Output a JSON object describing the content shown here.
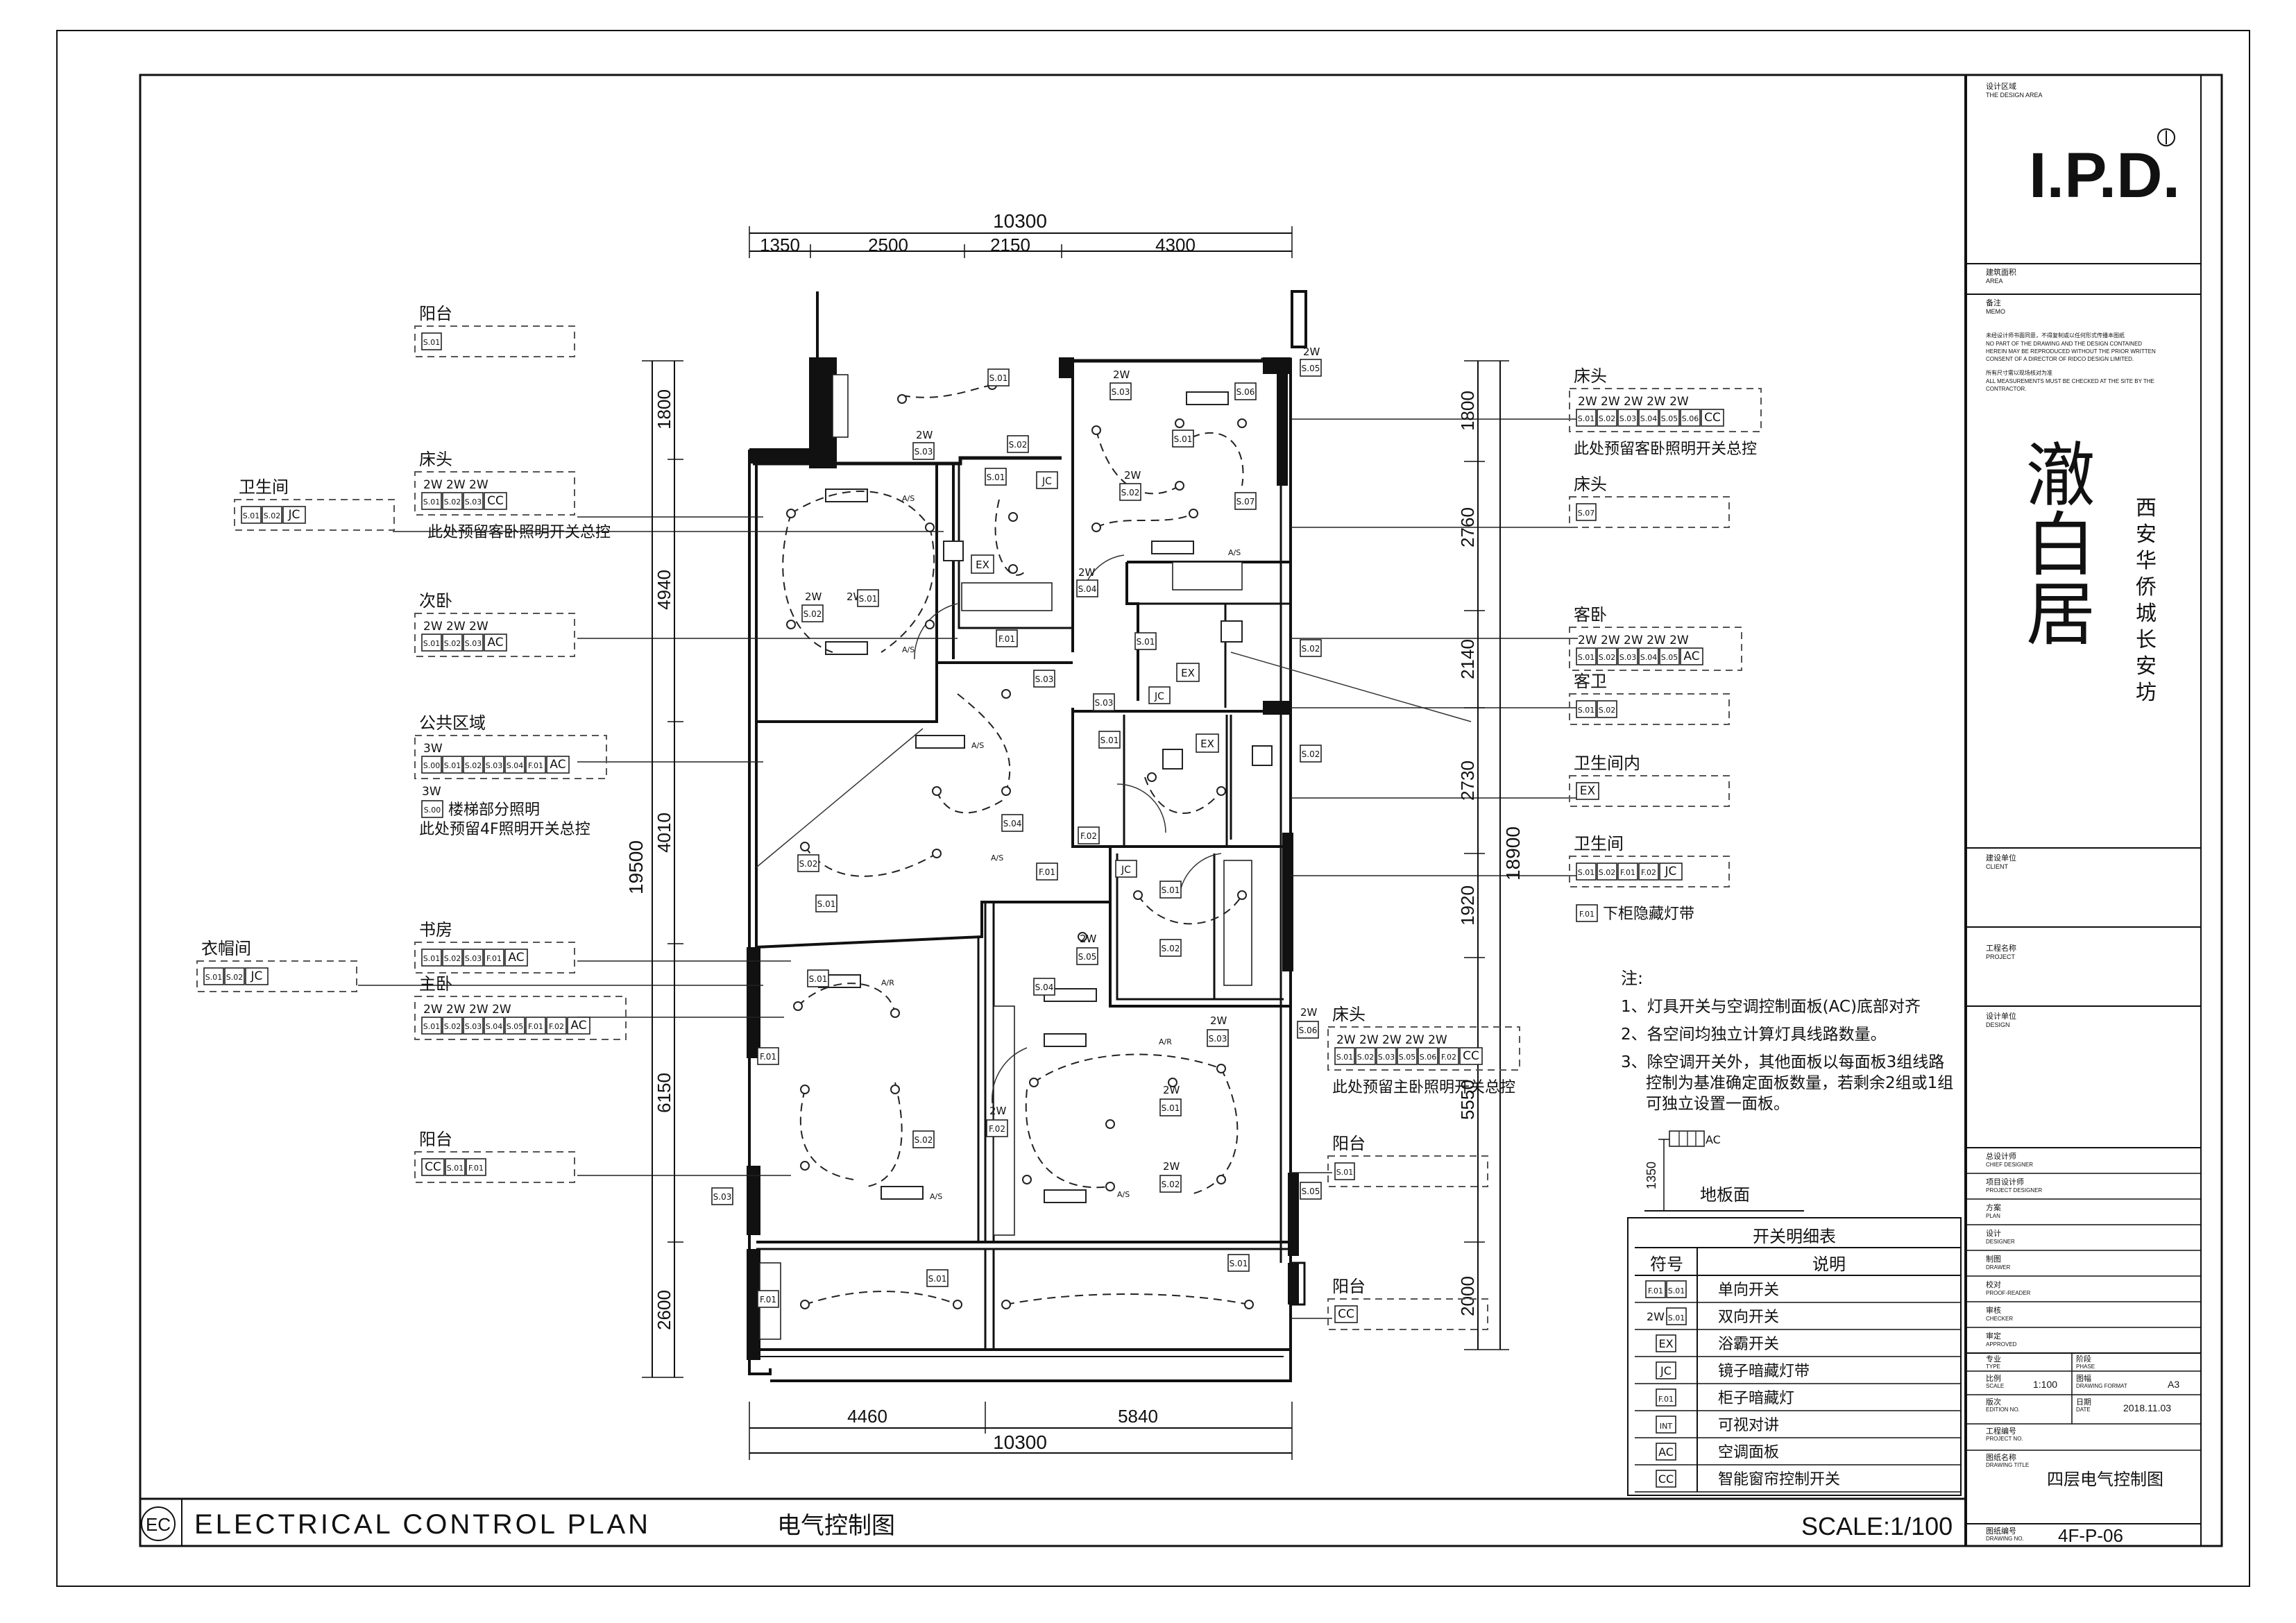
{
  "dimensions": {
    "top_total": "10300",
    "top_segments": [
      "1350",
      "2500",
      "2150",
      "4300"
    ],
    "bottom_segments": [
      "4460",
      "5840"
    ],
    "bottom_total": "10300",
    "left_total": "19500",
    "left_segments": [
      "1800",
      "4940",
      "4010",
      "6150",
      "2600"
    ],
    "right_total": "18900",
    "right_segments": [
      "1800",
      "2760",
      "2140",
      "2730",
      "1920",
      "5550",
      "2000"
    ],
    "legend_height": "1350"
  },
  "left_groups": [
    {
      "id": "balcony-top",
      "title": "阳台",
      "watts": "",
      "codes": [
        "S.01"
      ],
      "note": ""
    },
    {
      "id": "bedhead-left",
      "title": "床头",
      "watts": "2W 2W 2W",
      "codes": [
        "S.01",
        "S.02",
        "S.03",
        "CC"
      ],
      "note": "此处预留客卧照明开关总控"
    },
    {
      "id": "toilet-left",
      "title": "卫生间",
      "watts": "",
      "codes": [
        "S.01",
        "S.02",
        "JC"
      ],
      "note": ""
    },
    {
      "id": "second-bedroom",
      "title": "次卧",
      "watts": "2W 2W 2W",
      "codes": [
        "S.01",
        "S.02",
        "S.03",
        "AC"
      ],
      "note": ""
    },
    {
      "id": "public-area",
      "title": "公共区域",
      "watts": "3W",
      "codes": [
        "S.00",
        "S.01",
        "S.02",
        "S.03",
        "S.04",
        "F.01",
        "AC"
      ],
      "note": "此处预留4F照明开关总控",
      "extra_watts": "3W",
      "extra_code": "S.00",
      "extra_label": "楼梯部分照明"
    },
    {
      "id": "study",
      "title": "书房",
      "watts": "",
      "codes": [
        "S.01",
        "S.02",
        "S.03",
        "F.01",
        "AC"
      ],
      "note": ""
    },
    {
      "id": "cloakroom",
      "title": "衣帽间",
      "watts": "",
      "codes": [
        "S.01",
        "S.02",
        "JC"
      ],
      "note": ""
    },
    {
      "id": "master-bedroom",
      "title": "主卧",
      "watts": "2W 2W 2W 2W",
      "codes": [
        "S.01",
        "S.02",
        "S.03",
        "S.04",
        "S.05",
        "F.01",
        "F.02",
        "AC"
      ],
      "note": ""
    },
    {
      "id": "balcony-bottom",
      "title": "阳台",
      "watts": "",
      "codes": [
        "CC",
        "S.01",
        "F.01"
      ],
      "note": ""
    }
  ],
  "right_groups": [
    {
      "id": "bedhead-right-top",
      "title": "床头",
      "watts": "2W 2W 2W 2W 2W",
      "codes": [
        "S.01",
        "S.02",
        "S.03",
        "S.04",
        "S.05",
        "S.06",
        "CC"
      ],
      "note": "此处预留客卧照明开关总控"
    },
    {
      "id": "bedhead-right-2",
      "title": "床头",
      "watts": "",
      "codes": [
        "S.07"
      ],
      "note": ""
    },
    {
      "id": "guest-bedroom",
      "title": "客卧",
      "watts": "2W 2W 2W 2W 2W",
      "codes": [
        "S.01",
        "S.02",
        "S.03",
        "S.04",
        "S.05",
        "AC"
      ],
      "note": ""
    },
    {
      "id": "guest-bath",
      "title": "客卫",
      "watts": "",
      "codes": [
        "S.01",
        "S.02"
      ],
      "note": ""
    },
    {
      "id": "toilet-inner",
      "title": "卫生间内",
      "watts": "",
      "codes": [
        "EX"
      ],
      "note": ""
    },
    {
      "id": "toilet-right",
      "title": "卫生间",
      "watts": "",
      "codes": [
        "S.01",
        "S.02",
        "F.01",
        "F.02",
        "JC"
      ],
      "note": "",
      "extra_code": "F.01",
      "extra_label": "下柜隐藏灯带"
    },
    {
      "id": "bedhead-master",
      "title": "床头",
      "watts": "2W 2W 2W 2W 2W",
      "codes": [
        "S.01",
        "S.02",
        "S.03",
        "S.05",
        "S.06",
        "F.02",
        "CC"
      ],
      "note": "此处预留主卧照明开关总控"
    },
    {
      "id": "balcony-right-1",
      "title": "阳台",
      "watts": "",
      "codes": [
        "S.01"
      ],
      "note": ""
    },
    {
      "id": "balcony-right-2",
      "title": "阳台",
      "watts": "",
      "codes": [
        "CC"
      ],
      "note": ""
    }
  ],
  "plan_labels": {
    "ac": "A/S",
    "ar": "A/R",
    "ex": "EX",
    "jc": "JC",
    "w2": "2W",
    "s01": "S.01",
    "s02": "S.02",
    "s03": "S.03",
    "s04": "S.04",
    "s05": "S.05",
    "s06": "S.06",
    "s07": "S.07",
    "f01": "F.01",
    "f02": "F.02"
  },
  "notes": {
    "title": "注:",
    "items": [
      "1、灯具开关与空调控制面板(AC)底部对齐",
      "2、各空间均独立计算灯具线路数量。",
      "3、除空调开关外，其他面板以每面板3组线路",
      "控制为基准确定面板数量，若剩余2组或1组",
      "可独立设置一面板。"
    ],
    "legend_ac": "AC",
    "floor_label": "地板面"
  },
  "switch_table": {
    "title": "开关明细表",
    "headers": [
      "符号",
      "说明"
    ],
    "rows": [
      {
        "symbol": "F.01 S.01",
        "desc": "单向开关"
      },
      {
        "symbol": "2W S.01",
        "desc": "双向开关"
      },
      {
        "symbol": "EX",
        "desc": "浴霸开关"
      },
      {
        "symbol": "JC",
        "desc": "镜子暗藏灯带"
      },
      {
        "symbol": "F.01",
        "desc": "柜子暗藏灯"
      },
      {
        "symbol": "INT",
        "desc": "可视对讲"
      },
      {
        "symbol": "AC",
        "desc": "空调面板"
      },
      {
        "symbol": "CC",
        "desc": "智能窗帘控制开关"
      }
    ]
  },
  "title_bar": {
    "badge": "EC",
    "english": "ELECTRICAL CONTROL PLAN",
    "chinese": "电气控制图",
    "scale": "SCALE:1/100"
  },
  "title_block": {
    "design_area_cn": "设计区域",
    "design_area_en": "THE DESIGN AREA",
    "logo": "I.P.D.",
    "area_cn": "建筑面积",
    "area_en": "AREA",
    "memo_cn": "备注",
    "memo_en": "MEMO",
    "memo_lines": [
      "未经设计师书面同意，不得复制或以任何形式传播本图纸",
      "NO PART OF THE DRAWING AND THE DESIGN CONTAINED",
      "HEREIN MAY BE REPRODUCED WITHOUT THE PRIOR WRITTEN",
      "CONSENT OF A DIRECTOR OF RIDCO DESIGN LIMITED.",
      "所有尺寸需以现场核对为准",
      "ALL MEASUREMENTS MUST BE CHECKED AT THE SITE BY THE",
      "CONTRACTOR."
    ],
    "project_name_big": [
      "澈",
      "白",
      "居"
    ],
    "project_subtitle": [
      "西",
      "安",
      "华",
      "侨",
      "城",
      "长",
      "安",
      "坊"
    ],
    "client_cn": "建设单位",
    "client_en": "CLIENT",
    "project_cn": "工程名称",
    "project_en": "PROJECT",
    "design_unit_cn": "设计单位",
    "design_unit_en": "DESIGN",
    "rows": [
      {
        "cn": "总设计师",
        "en": "CHIEF DESIGNER"
      },
      {
        "cn": "项目设计师",
        "en": "PROJECT DESIGNER"
      },
      {
        "cn": "方案",
        "en": "PLAN"
      },
      {
        "cn": "设计",
        "en": "DESIGNER"
      },
      {
        "cn": "制图",
        "en": "DRAWER"
      },
      {
        "cn": "校对",
        "en": "PROOF-READER"
      },
      {
        "cn": "审核",
        "en": "CHECKER"
      },
      {
        "cn": "审定",
        "en": "APPROVED"
      }
    ],
    "type_cn": "专业",
    "type_en": "TYPE",
    "phase_cn": "阶段",
    "phase_en": "PHASE",
    "scale_cn": "比例",
    "scale_en": "SCALE",
    "scale_val": "1:100",
    "format_cn": "图幅",
    "format_en": "DRAWING FORMAT",
    "format_val": "A3",
    "edition_cn": "版次",
    "edition_en": "EDITION NO.",
    "date_cn": "日期",
    "date_en": "DATE",
    "date_val": "2018.11.03",
    "projno_cn": "工程编号",
    "projno_en": "PROJECT NO.",
    "dtitle_cn": "图纸名称",
    "dtitle_en": "DRAWING TITLE",
    "dtitle_val": "四层电气控制图",
    "dno_cn": "图纸编号",
    "dno_en": "DRAWING NO.",
    "dno_val": "4F-P-06"
  }
}
